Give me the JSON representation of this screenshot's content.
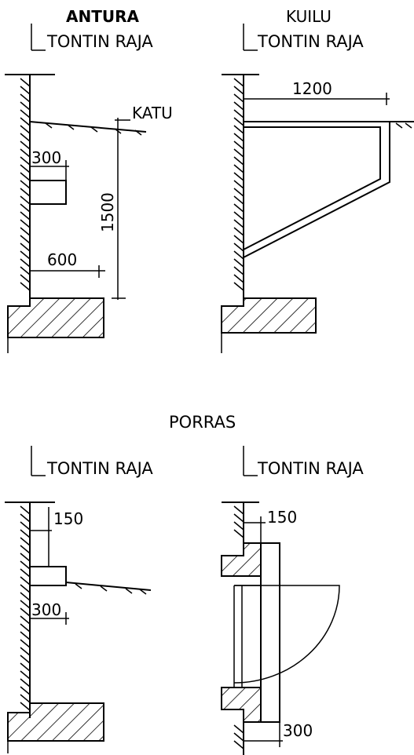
{
  "top_left": {
    "title": "ANTURA",
    "boundary_label": "TONTIN RAJA",
    "street_label": "KATU",
    "dims": {
      "a": "300",
      "b": "1500",
      "c": "600"
    }
  },
  "top_right": {
    "title": "KUILU",
    "boundary_label": "TONTIN RAJA",
    "dims": {
      "a": "1200"
    }
  },
  "bottom_header": "PORRAS",
  "bottom_left": {
    "boundary_label": "TONTIN RAJA",
    "dims": {
      "a": "150",
      "b": "300"
    }
  },
  "bottom_right": {
    "boundary_label": "TONTIN RAJA",
    "dims": {
      "a": "150",
      "b": "300"
    }
  }
}
